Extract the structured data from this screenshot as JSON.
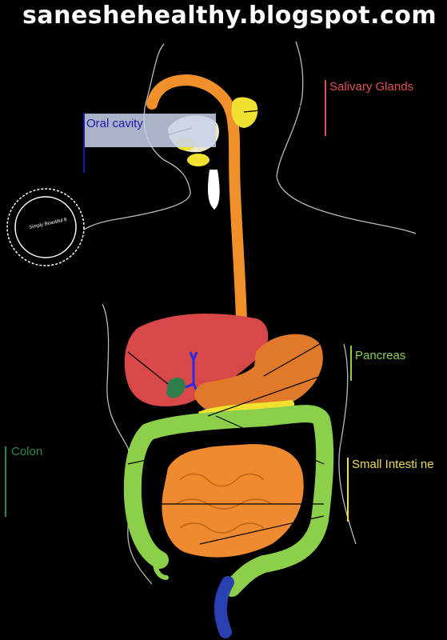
{
  "watermark": "saneshehealthy.blogspot.com",
  "stamp": "Simply Beautiful 8",
  "labels": {
    "salivary_glands": "Salivary Glands",
    "oral_cavity": "Oral cavity",
    "pancreas": "Pancreas",
    "colon": "Colon",
    "small_intestine": "Small Intesti ne"
  },
  "colors": {
    "salivary_glands": "#e05050",
    "oral_cavity": "#1a1aa8",
    "pancreas": "#8ccf4a",
    "colon": "#2e8a4e",
    "small_intestine": "#f0dc50",
    "esophagus": "#f0902a",
    "liver": "#d84848",
    "stomach": "#e07a2a",
    "intestine_small": "#f08a30",
    "colon_fill": "#8ccf4a",
    "gallbladder": "#2e7d4a",
    "bile_duct": "#2a2ae0",
    "salivary_fill": "#f0e030",
    "outline": "#bbbbbb"
  }
}
